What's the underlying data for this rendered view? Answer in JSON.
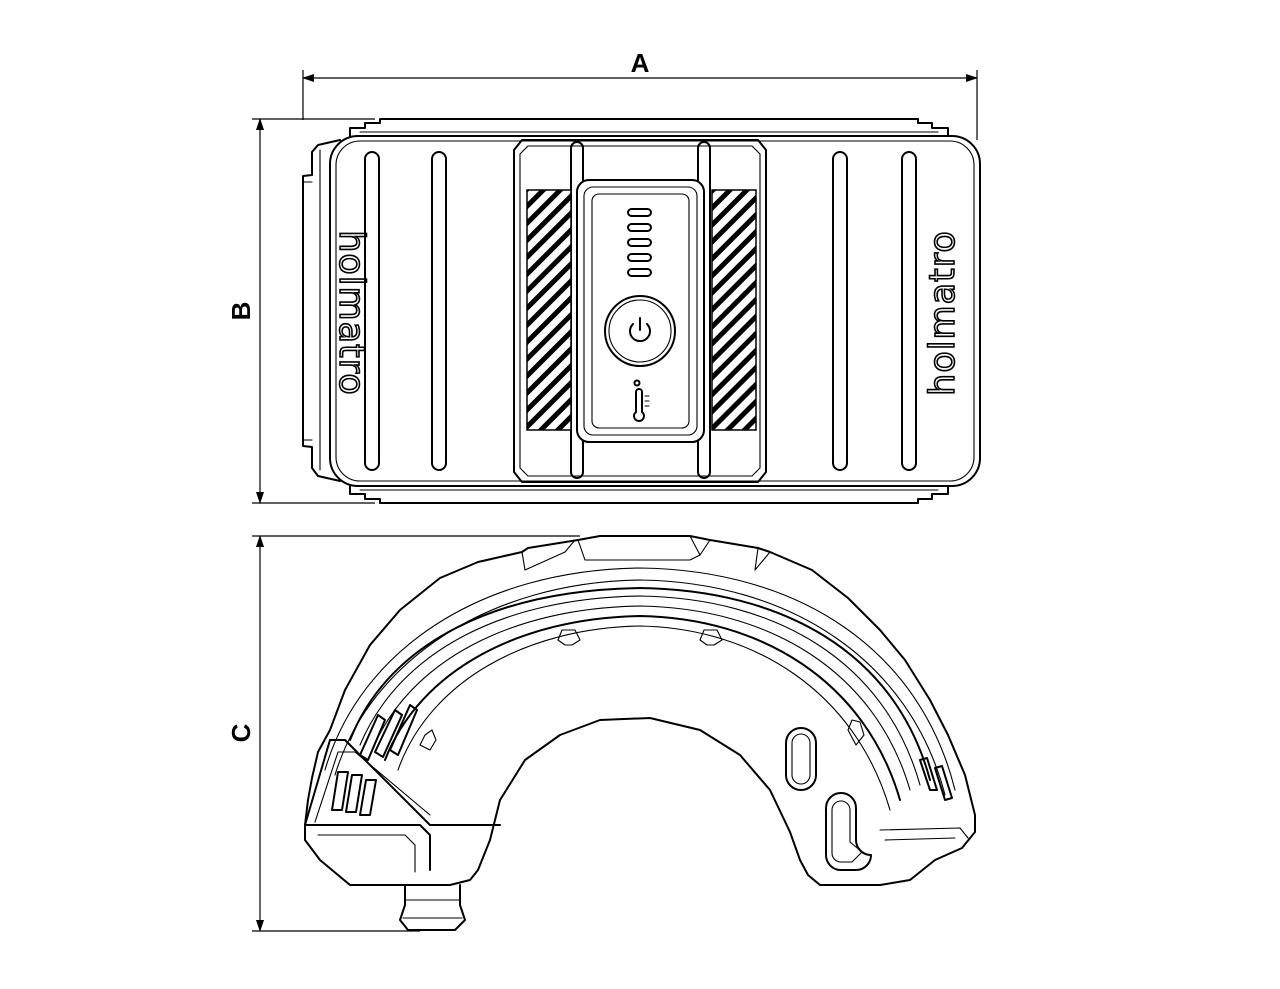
{
  "dimensions": {
    "a_label": "A",
    "b_label": "B",
    "c_label": "C"
  },
  "brand": {
    "left_text": "holmatro",
    "right_text": "holmatro"
  },
  "icons": {
    "power": "power-icon",
    "temperature": "thermometer-icon",
    "battery": "battery-level-icon"
  },
  "battery_indicator": {
    "segments": 5
  },
  "colors": {
    "line": "#000000",
    "background": "#ffffff"
  }
}
